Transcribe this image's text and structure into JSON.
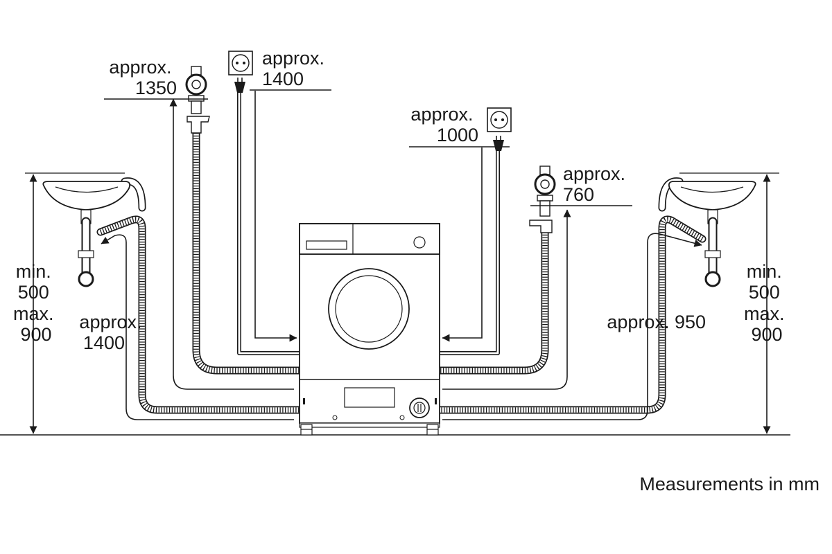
{
  "labels": {
    "tap_left_line1": "approx.",
    "tap_left_line2": "1350",
    "socket_left_line1": "approx.",
    "socket_left_line2": "1400",
    "socket_right_line1": "approx.",
    "socket_right_line2": "1000",
    "tap_right_line1": "approx.",
    "tap_right_line2": "760",
    "drain_left_line1": "approx.",
    "drain_left_line2": "1400",
    "drain_right": "approx. 950",
    "height_left_line1": "min.",
    "height_left_line2": "500",
    "height_left_line3": "max.",
    "height_left_line4": "900",
    "height_right_line1": "min.",
    "height_right_line2": "500",
    "height_right_line3": "max.",
    "height_right_line4": "900",
    "units_note": "Measurements in mm"
  },
  "icons": {
    "sink": "sink-icon",
    "tap": "water-tap-icon",
    "socket": "power-socket-icon",
    "plug": "power-plug-icon",
    "washer": "washing-machine-icon"
  }
}
